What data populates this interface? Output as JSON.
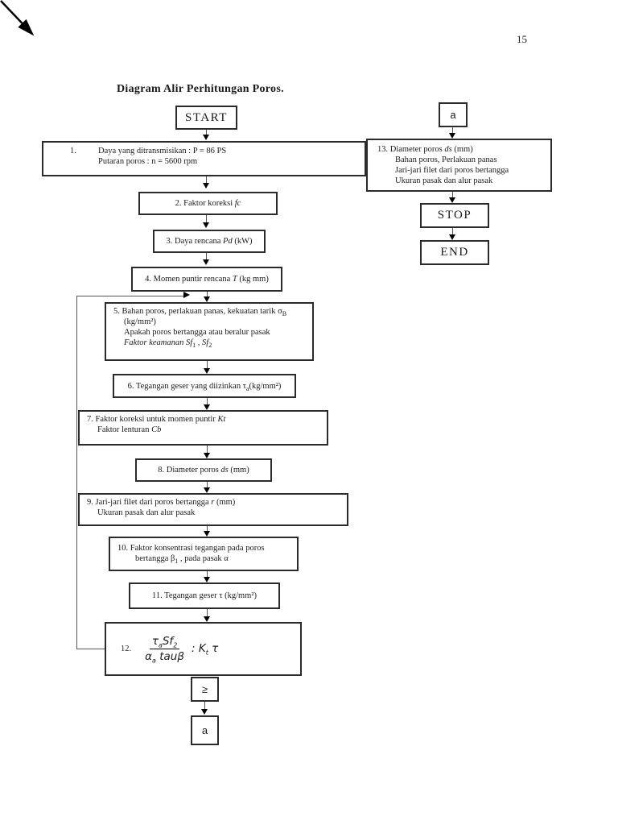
{
  "page": {
    "number": "15",
    "title": "Diagram Alir Perhitungan Poros."
  },
  "flow": {
    "start_label": "START",
    "box1": {
      "num": "1.",
      "line1": "Daya yang ditransmisikan : P = 86 PS",
      "line2": "Putaran poros : n = 5600 rpm"
    },
    "box2": {
      "pre": "2. Faktor koreksi ",
      "it": "fc"
    },
    "box3": {
      "pre": "3. Daya rencana ",
      "it": "Pd",
      "post": " (kW)"
    },
    "box4": {
      "pre": "4. Momen puntir rencana ",
      "it": "T",
      "post": " (kg mm)"
    },
    "box5": {
      "l1_pre": "5. Bahan poros, perlakuan panas, kekuatan tarik σ",
      "l1_sub": "B",
      "l2": "(kg/mm²)",
      "l3": "Apakah poros bertangga atau beralur pasak",
      "l4_pre": "Faktor keamanan Sf",
      "l4_sub1": "1",
      "l4_mid": " , Sf",
      "l4_sub2": "2"
    },
    "box6": {
      "pre": "6. Tegangan geser yang diizinkan τ",
      "sub": "a",
      "post": "(kg/mm²)"
    },
    "box7": {
      "l1_pre": "7. Faktor koreksi untuk momen puntir ",
      "l1_it": "Kt",
      "l2_pre": "Faktor lenturan ",
      "l2_it": "Cb"
    },
    "box8": {
      "pre": "8. Diameter poros ",
      "it": "ds",
      "post": " (mm)"
    },
    "box9": {
      "l1_pre": "9. Jari-jari filet dari poros bertangga ",
      "l1_it": "r",
      "l1_post": " (mm)",
      "l2": "Ukuran pasak dan alur pasak"
    },
    "box10": {
      "l1": "10. Faktor konsentrasi tegangan pada poros",
      "l2_pre": "bertangga β",
      "l2_sub": "1",
      "l2_post": " , pada pasak α"
    },
    "box11": {
      "text": "11. Tegangan geser τ (kg/mm²)"
    },
    "box12": {
      "num": "12.",
      "f": {
        "nt": "τ",
        "nts": "a",
        "nsf": "Sf",
        "nsfs": "2",
        "da": "α",
        "das": "a",
        "dr": " tauβ",
        "sep": ":",
        "k": "K",
        "ks": "t",
        "t": " τ"
      }
    },
    "ge_label": "≥",
    "connector_a_bottom": "a",
    "connector_a_top": "a",
    "box13": {
      "l1_pre": "13. Diameter poros ",
      "l1_it": "ds",
      "l1_post": " (mm)",
      "l2": "Bahan poros, Perlakuan panas",
      "l3": "Jari-jari filet dari poros bertangga",
      "l4": "Ukuran pasak dan alur pasak"
    },
    "stop_label": "STOP",
    "end_label": "END"
  }
}
